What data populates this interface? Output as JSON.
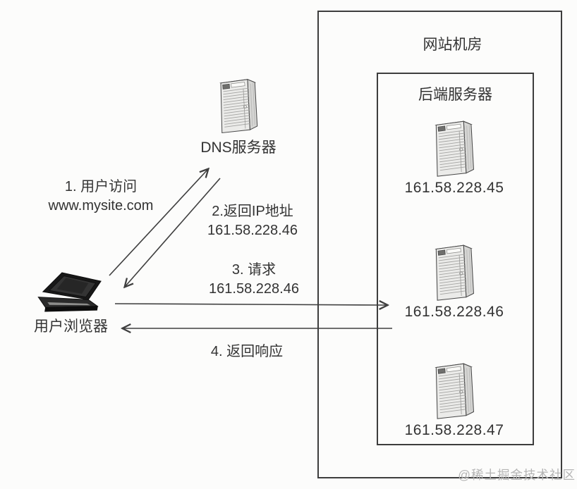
{
  "canvas": {
    "background": "#fcfcfb",
    "line_color": "#3f3f3f",
    "text_color": "#333333",
    "watermark_color": "#b5b5b5"
  },
  "nodes": {
    "browser": {
      "label": "用户浏览器",
      "icon": "laptop-icon"
    },
    "dns": {
      "label": "DNS服务器",
      "icon": "server-icon"
    },
    "datacenter": {
      "title": "网站机房"
    },
    "backend_group": {
      "title": "后端服务器"
    },
    "backend_servers": [
      {
        "ip": "161.58.228.45",
        "icon": "server-icon"
      },
      {
        "ip": "161.58.228.46",
        "icon": "server-icon"
      },
      {
        "ip": "161.58.228.47",
        "icon": "server-icon"
      }
    ]
  },
  "flows": [
    {
      "step": "1. 用户访问",
      "detail": "www.mysite.com",
      "from": "browser",
      "to": "dns"
    },
    {
      "step": "2.返回IP地址",
      "detail": "161.58.228.46",
      "from": "dns",
      "to": "browser"
    },
    {
      "step": "3. 请求",
      "detail": "161.58.228.46",
      "from": "browser",
      "to": "backend_servers.1"
    },
    {
      "step": "4. 返回响应",
      "detail": "",
      "from": "backend_servers.1",
      "to": "browser"
    }
  ],
  "watermark": "@稀土掘金技术社区"
}
